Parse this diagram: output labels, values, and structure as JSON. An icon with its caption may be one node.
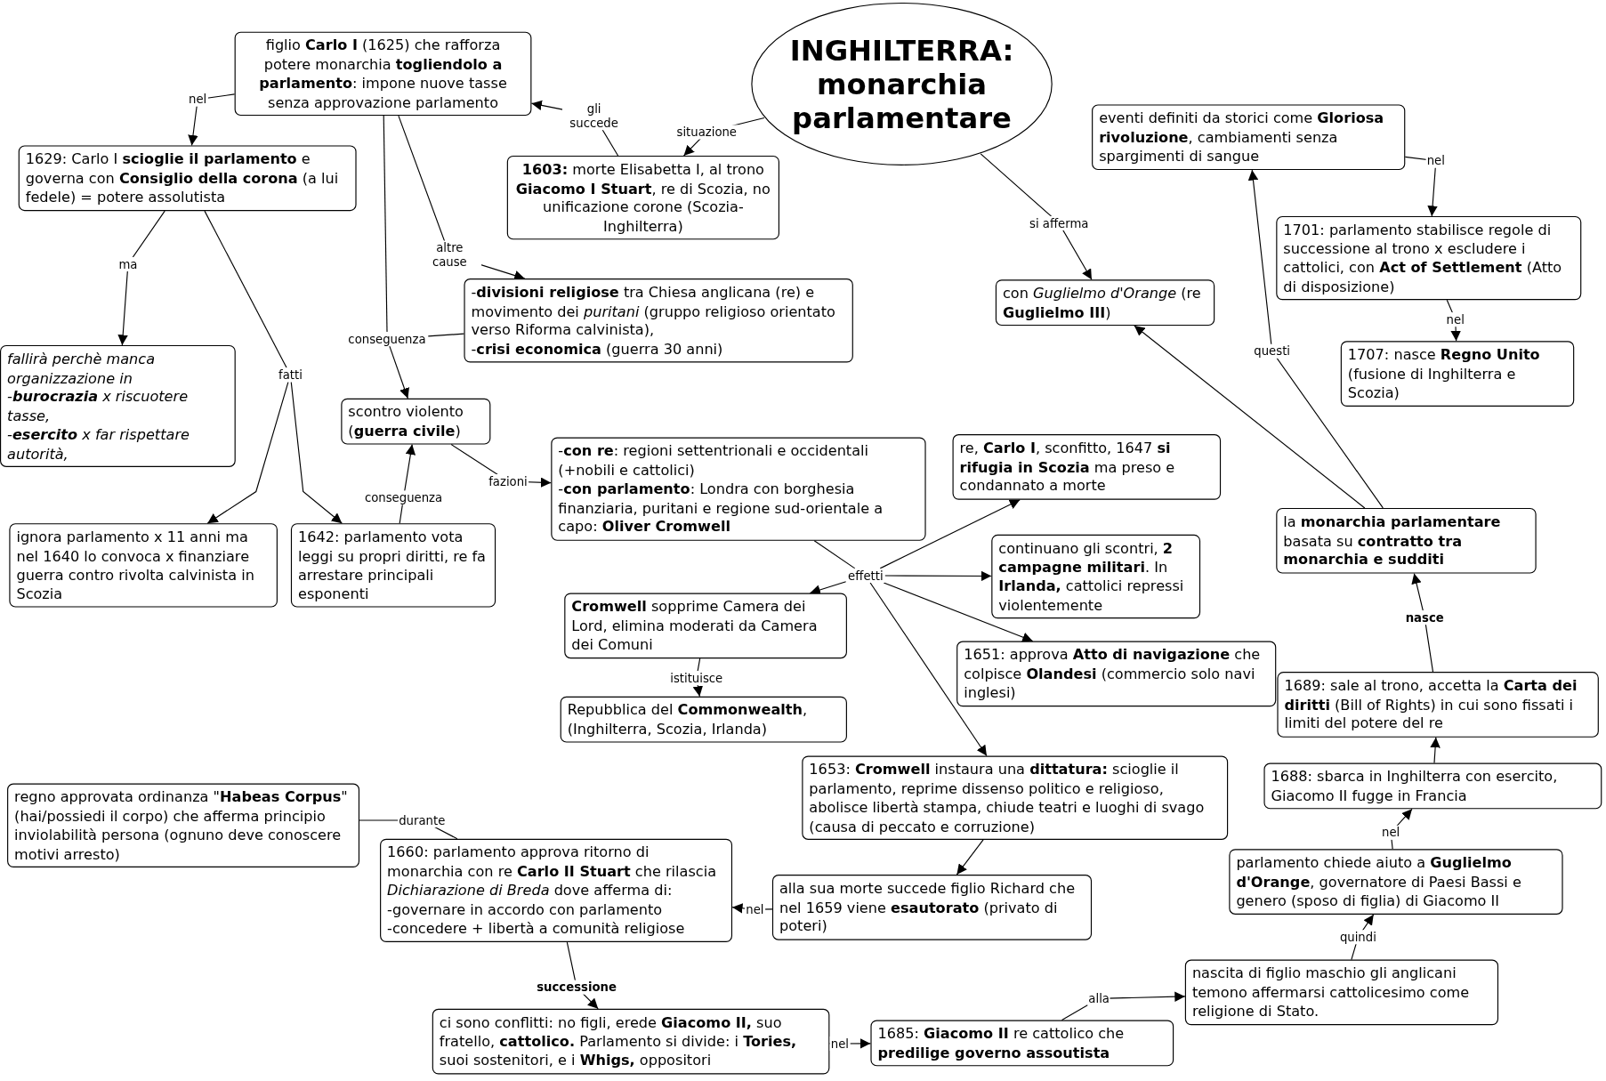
{
  "diagram": {
    "nodes": [
      {
        "text": [
          "INGHILTERRA: monarchia parlamentare"
        ]
      },
      {
        "text": [
          "figlio **Carlo I** (1625) che rafforza potere monarchia **togliendolo a parlamento**: impone nuove tasse senza approvazione parlamento"
        ]
      },
      {
        "text": [
          "**1603:** morte Elisabetta I, al trono **Giacomo I Stuart**, re di Scozia, no unificazione corone (Scozia-Inghilterra)"
        ]
      },
      {
        "text": [
          "1629: Carlo I **scioglie il parlamento** e governa con **Consiglio della corona** (a lui fedele) = potere assolutista"
        ]
      },
      {
        "text": [
          "-**divisioni religiose** tra Chiesa anglicana (re) e movimento dei *puritani* (gruppo religioso orientato verso Riforma calvinista),",
          "-**crisi economica** (guerra 30 anni)"
        ]
      },
      {
        "text": [
          "fallirà perchè manca organizzazione in",
          "-**burocrazia** x riscuotere tasse,",
          "-**esercito** x far rispettare autorità,"
        ]
      },
      {
        "text": [
          "scontro violento (**guerra civile**)"
        ]
      },
      {
        "text": [
          "ignora parlamento x 11 anni ma nel 1640 lo convoca x finanziare guerra contro rivolta calvinista in Scozia"
        ]
      },
      {
        "text": [
          "1642: parlamento vota leggi su propri diritti, re fa arrestare principali esponenti"
        ]
      },
      {
        "text": [
          "-**con re**: regioni settentrionali e occidentali (+nobili e cattolici)",
          "-**con parlamento**: Londra con borghesia finanziaria, puritani e regione sud-orientale a capo: **Oliver Cromwell**"
        ]
      },
      {
        "text": [
          "re, **Carlo I**, sconfitto, 1647 **si rifugia in Scozia** ma preso e condannato a morte"
        ]
      },
      {
        "text": [
          "continuano gli scontri, **2 campagne militari**. In **Irlanda,** cattolici repressi violentemente"
        ]
      },
      {
        "text": [
          "**Cromwell** sopprime Camera dei Lord, elimina moderati da Camera dei Comuni"
        ]
      },
      {
        "text": [
          "1651: approva **Atto di navigazione** che colpisce **Olandesi** (commercio solo navi inglesi)"
        ]
      },
      {
        "text": [
          "Repubblica del **Commonwealth**, (Inghilterra, Scozia, Irlanda)"
        ]
      },
      {
        "text": [
          "1653: **Cromwell** instaura una **dittatura:** scioglie il parlamento, reprime dissenso politico e religioso, abolisce libertà stampa, chiude teatri e luoghi di svago (causa di peccato e corruzione)"
        ]
      },
      {
        "text": [
          "regno approvata ordinanza \"**Habeas Corpus**\" (hai/possiedi il corpo) che afferma principio inviolabilità persona (ognuno deve conoscere motivi arresto)"
        ]
      },
      {
        "text": [
          "1660: parlamento approva ritorno di monarchia con re **Carlo II Stuart** che rilascia *Dichiarazione di Breda* dove afferma di:",
          "-governare in accordo con parlamento",
          "-concedere + libertà a comunità religiose"
        ]
      },
      {
        "text": [
          "alla sua morte succede figlio Richard che nel 1659 viene **esautorato** (privato di poteri)"
        ]
      },
      {
        "text": [
          "ci sono conflitti: no figli, erede **Giacomo II,** suo fratello, **cattolico.** Parlamento si divide: i **Tories,** suoi sostenitori, e i **Whigs,** oppositori"
        ]
      },
      {
        "text": [
          "1685: **Giacomo II** re cattolico che **predilige governo assoutista**"
        ]
      },
      {
        "text": [
          "nascita di figlio maschio gli anglicani temono affermarsi cattolicesimo come religione di Stato."
        ]
      },
      {
        "text": [
          "parlamento chiede aiuto a **Guglielmo d'Orange**, governatore di Paesi Bassi e genero (sposo di figlia) di Giacomo II"
        ]
      },
      {
        "text": [
          "1688: sbarca in Inghilterra con esercito, Giacomo II fugge in Francia"
        ]
      },
      {
        "text": [
          "1689: sale al trono, accetta la **Carta dei diritti** (Bill of Rights) in cui sono fissati i limiti del potere del re"
        ]
      },
      {
        "text": [
          "la **monarchia parlamentare** basata su **contratto tra monarchia e sudditi**"
        ]
      },
      {
        "text": [
          "con *Guglielmo d'Orange* (re **Guglielmo III**)"
        ]
      },
      {
        "text": [
          "eventi definiti da storici come **Gloriosa rivoluzione**, cambiamenti senza spargimenti di sangue"
        ]
      },
      {
        "text": [
          "1701: parlamento stabilisce regole di successione al trono x escludere i cattolici, con **Act of Settlement** (Atto di disposizione)"
        ]
      },
      {
        "text": [
          "1707: nasce **Regno Unito** (fusione di Inghilterra e Scozia)"
        ]
      },
      {
        "text": [
          "fatti"
        ]
      },
      {
        "text": [
          "conseguenza"
        ]
      },
      {
        "text": [
          "effetti"
        ]
      }
    ],
    "edges": [
      {
        "from": 0,
        "to": 2,
        "arrow": "to",
        "label": "situazione"
      },
      {
        "from": 2,
        "to": 1,
        "arrow": "to",
        "label": "gli succede"
      },
      {
        "from": 1,
        "to": 3,
        "arrow": "to",
        "label": "nel"
      },
      {
        "from": 3,
        "to": 5,
        "arrow": "to",
        "label": "ma"
      },
      {
        "from": 3,
        "to": 30,
        "arrow": "none"
      },
      {
        "from": 30,
        "to": 7,
        "arrow": "to"
      },
      {
        "from": 30,
        "to": 8,
        "arrow": "to"
      },
      {
        "from": 1,
        "to": 4,
        "arrow": "to",
        "label": "altre cause"
      },
      {
        "from": 1,
        "to": 31,
        "arrow": "none"
      },
      {
        "from": 4,
        "to": 31,
        "arrow": "none"
      },
      {
        "from": 31,
        "to": 6,
        "arrow": "to"
      },
      {
        "from": 8,
        "to": 6,
        "arrow": "to",
        "label": "conseguenza"
      },
      {
        "from": 6,
        "to": 9,
        "arrow": "to",
        "label": "fazioni"
      },
      {
        "from": 9,
        "to": 32,
        "arrow": "none"
      },
      {
        "from": 32,
        "to": 10,
        "arrow": "to"
      },
      {
        "from": 32,
        "to": 11,
        "arrow": "to"
      },
      {
        "from": 32,
        "to": 13,
        "arrow": "to"
      },
      {
        "from": 32,
        "to": 12,
        "arrow": "to"
      },
      {
        "from": 32,
        "to": 15,
        "arrow": "to"
      },
      {
        "from": 12,
        "to": 14,
        "arrow": "to",
        "label": "istituisce"
      },
      {
        "from": 15,
        "to": 18,
        "arrow": "to"
      },
      {
        "from": 18,
        "to": 17,
        "arrow": "to",
        "label": "nel"
      },
      {
        "from": 17,
        "to": 16,
        "arrow": "to",
        "label": "durante"
      },
      {
        "from": 17,
        "to": 19,
        "arrow": "to",
        "label": "successione"
      },
      {
        "from": 19,
        "to": 20,
        "arrow": "to",
        "label": "nel"
      },
      {
        "from": 20,
        "to": 21,
        "arrow": "to",
        "label": "alla"
      },
      {
        "from": 21,
        "to": 22,
        "arrow": "to",
        "label": "quindi"
      },
      {
        "from": 22,
        "to": 23,
        "arrow": "to",
        "label": "nel"
      },
      {
        "from": 23,
        "to": 24,
        "arrow": "to"
      },
      {
        "from": 24,
        "to": 25,
        "arrow": "to",
        "label": "nasce"
      },
      {
        "from": 25,
        "to": 26,
        "arrow": "to"
      },
      {
        "from": 25,
        "to": 27,
        "arrow": "to",
        "label": "questi"
      },
      {
        "from": 27,
        "to": 28,
        "arrow": "to",
        "label": "nel"
      },
      {
        "from": 28,
        "to": 29,
        "arrow": "to",
        "label": "nel"
      },
      {
        "from": 0,
        "to": 26,
        "arrow": "to",
        "label": "si afferma"
      }
    ]
  }
}
